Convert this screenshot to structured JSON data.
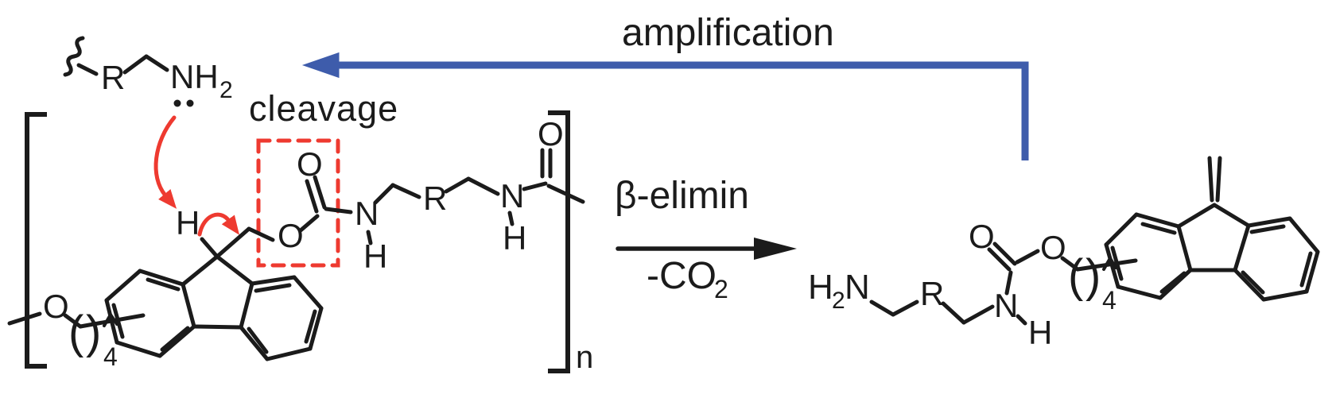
{
  "colors": {
    "ink": "#1b1b1b",
    "red": "#ee3a30",
    "blue": "#3e5cab"
  },
  "labels": {
    "amplification": "amplification",
    "cleavage": "cleavage",
    "beta_elimination": "β-elimin",
    "co2_main": "-CO",
    "subscript_two": "2",
    "subscript_four": "4",
    "repeat_unit": "n",
    "oxygen": "O",
    "nitrogen": "N",
    "hydrogen": "H",
    "r_group": "R",
    "nh": "NH",
    "paren_open": "(",
    "paren_close": ")"
  }
}
